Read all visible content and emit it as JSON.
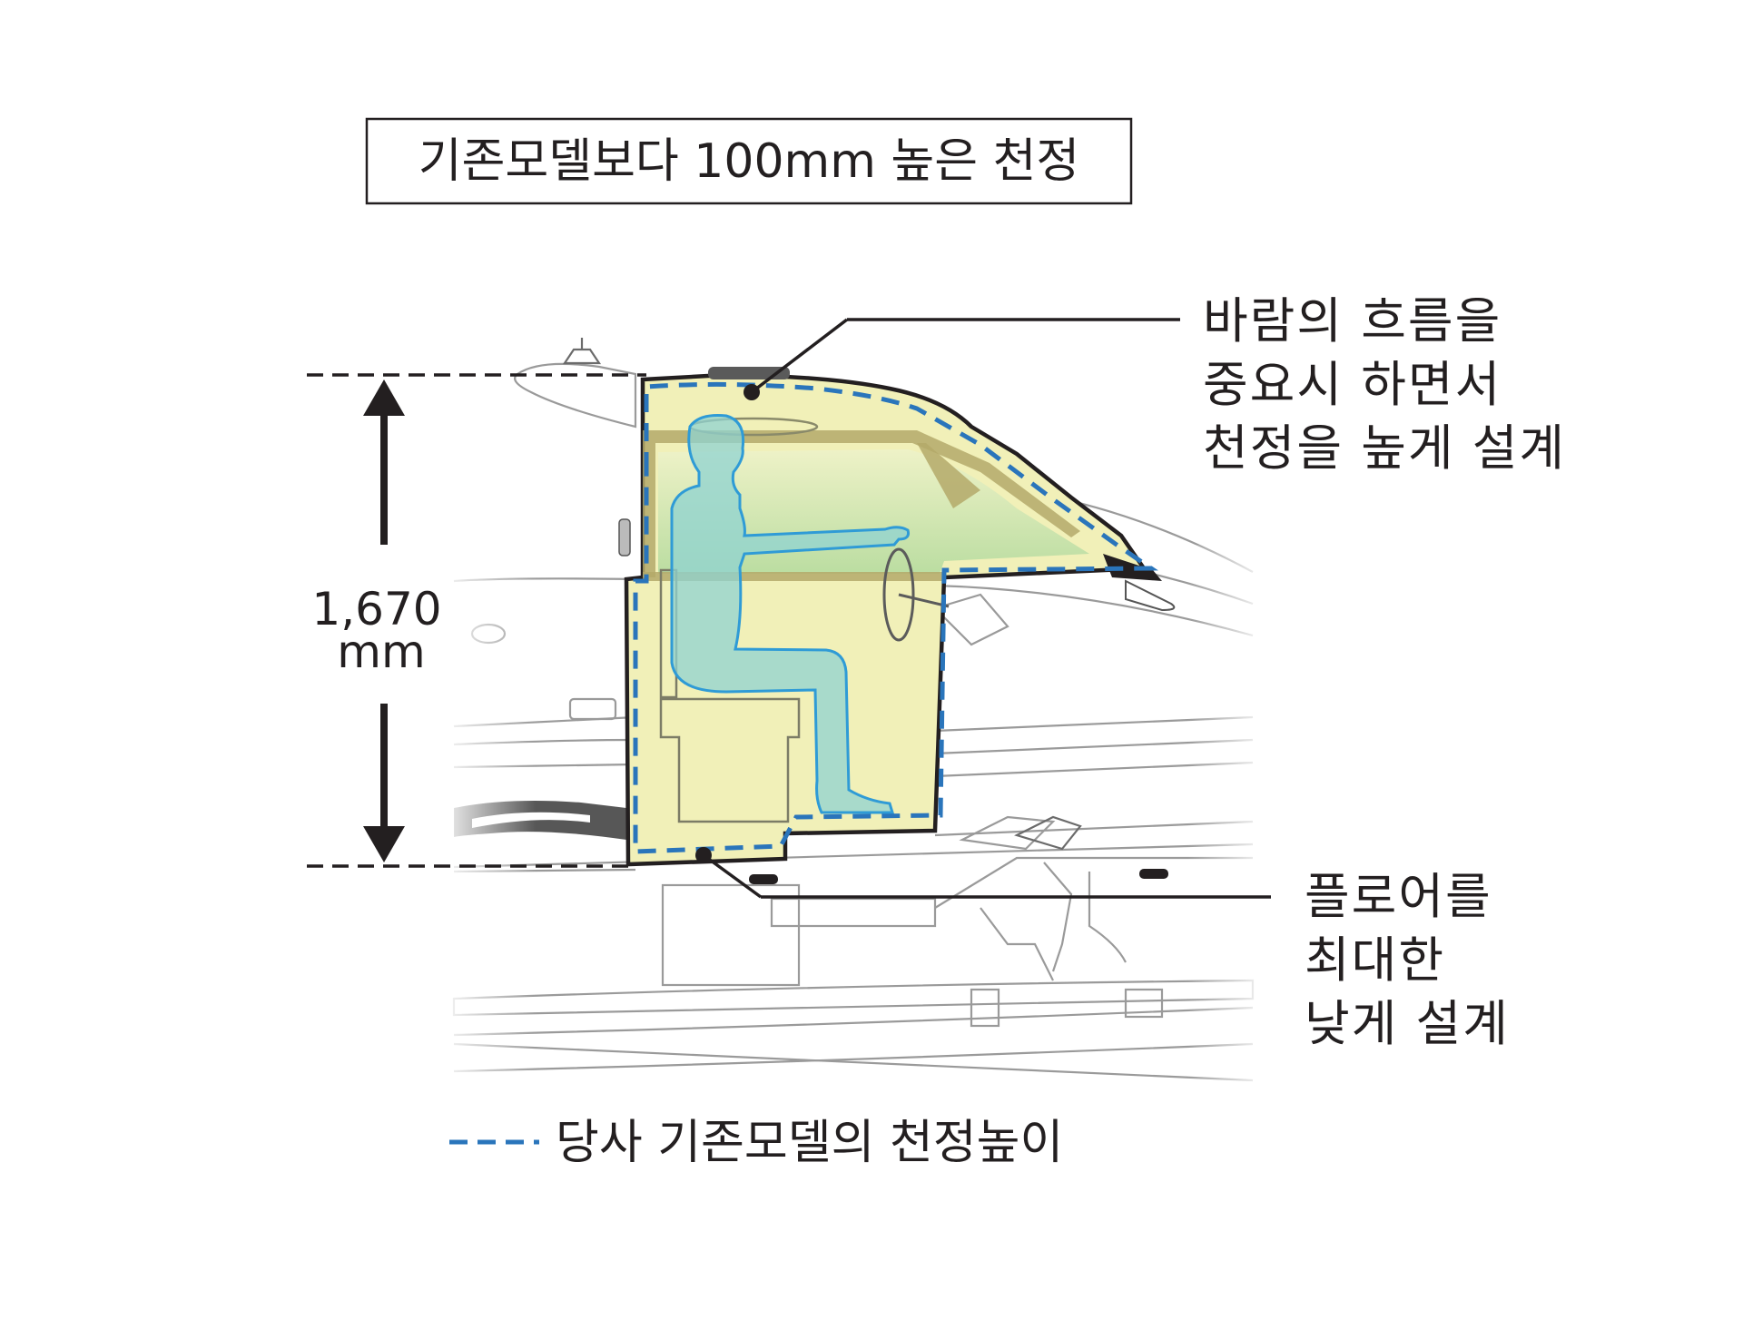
{
  "title": "기존모델보다 100mm 높은 천정",
  "callout_top": {
    "lines": [
      "바람의 흐름을",
      "중요시 하면서",
      "천정을 높게 설계"
    ]
  },
  "callout_bottom": {
    "lines": [
      "플로어를",
      "최대한",
      "낮게 설계"
    ]
  },
  "dimension": {
    "value": "1,670",
    "unit": "mm"
  },
  "legend": {
    "label": "당사 기존모델의 천정높이"
  },
  "colors": {
    "legacy_dash": "#2a75bb",
    "cabin_fill": "#f1f0b8",
    "glass_fill": "#c9e5a8",
    "person_fill": "#8fd3d2",
    "person_stroke": "#2f9bd6",
    "outline": "#231f20"
  }
}
